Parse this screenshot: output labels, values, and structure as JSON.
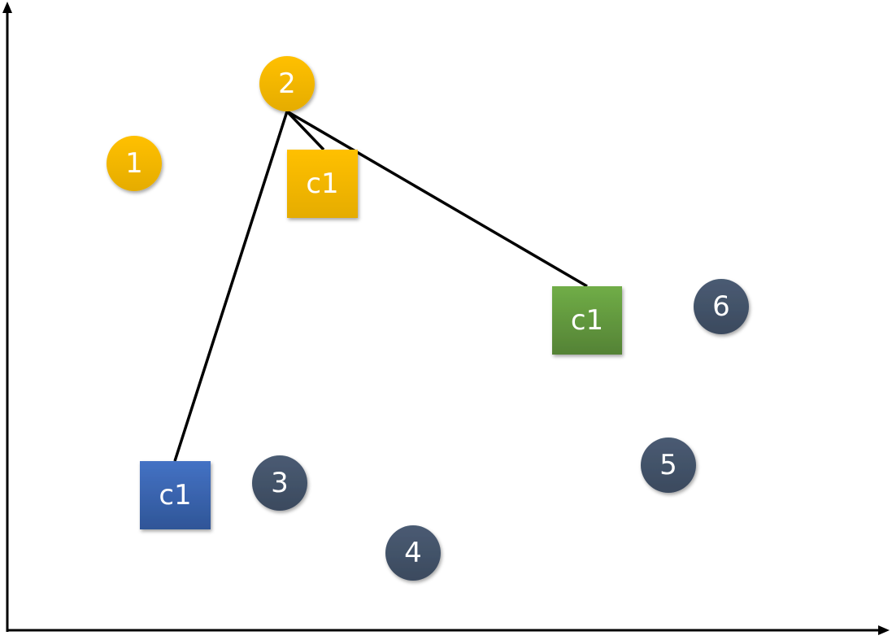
{
  "colors": {
    "axis": "#000000",
    "connector": "#000000",
    "orange_top": "#FFC000",
    "orange_bottom": "#E5AC00",
    "dark": "#44546A",
    "blue_top": "#4472C4",
    "blue_bottom": "#2F5597",
    "green_top": "#70AD47",
    "green_bottom": "#548235",
    "label": "#FFFFFF"
  },
  "points": [
    {
      "id": "1",
      "label": "1",
      "color": "orange"
    },
    {
      "id": "2",
      "label": "2",
      "color": "orange"
    },
    {
      "id": "3",
      "label": "3",
      "color": "dark"
    },
    {
      "id": "4",
      "label": "4",
      "color": "dark"
    },
    {
      "id": "5",
      "label": "5",
      "color": "dark"
    },
    {
      "id": "6",
      "label": "6",
      "color": "dark"
    }
  ],
  "centroids": [
    {
      "id": "orange",
      "label": "c1",
      "color": "orange"
    },
    {
      "id": "green",
      "label": "c1",
      "color": "green"
    },
    {
      "id": "blue",
      "label": "c1",
      "color": "blue"
    }
  ],
  "connections": [
    {
      "from": "2",
      "to": "orange"
    },
    {
      "from": "2",
      "to": "green"
    },
    {
      "from": "2",
      "to": "blue"
    }
  ]
}
